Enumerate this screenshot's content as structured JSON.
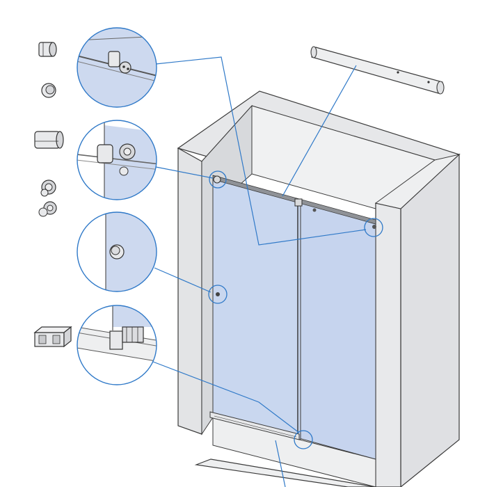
{
  "diagram": {
    "subject": "sliding-glass-shower-door-assembly",
    "colors": {
      "wall": "#e3e4e6",
      "wall_shade": "#d3d5d8",
      "outline": "#3a3a3a",
      "glass": "#c9d7ef",
      "glass_shade": "#b9c9e6",
      "callout": "#2f79c8",
      "part": "#e8e9eb",
      "part_dark": "#b5b7ba"
    },
    "parts": [
      {
        "id": "wall-bracket-icon"
      },
      {
        "id": "glass-knob-icon"
      },
      {
        "id": "roller-housing-icon"
      },
      {
        "id": "door-roller-pair-icon"
      },
      {
        "id": "bottom-guide-icon"
      }
    ],
    "callouts": [
      {
        "id": "top-bracket-detail"
      },
      {
        "id": "roller-detail"
      },
      {
        "id": "handle-knob-detail"
      },
      {
        "id": "bottom-guide-detail"
      }
    ],
    "labels": []
  }
}
